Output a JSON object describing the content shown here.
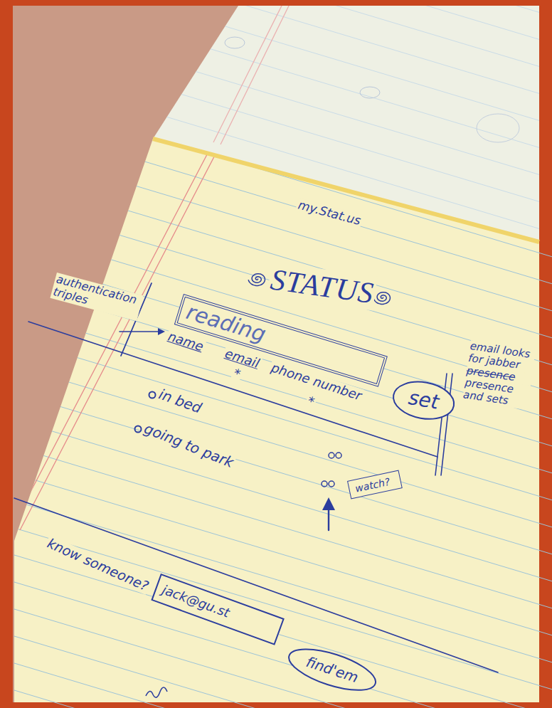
{
  "diagram": {
    "title": "STATUS",
    "nodes": [
      {
        "text": [
          "reading"
        ]
      },
      {
        "text": [
          "set"
        ]
      },
      {
        "text": [
          "watch?"
        ]
      },
      {
        "text": [
          "jack@gu.st"
        ]
      },
      {
        "text": [
          "find'em"
        ]
      }
    ],
    "labels": [
      "my.Stat.us",
      "authentication triples",
      "name",
      "email",
      "*",
      "phone number",
      "*",
      "in bed",
      "going to park",
      "email looks for jabber",
      "presence",
      "presence and sets",
      "know someone?"
    ]
  }
}
